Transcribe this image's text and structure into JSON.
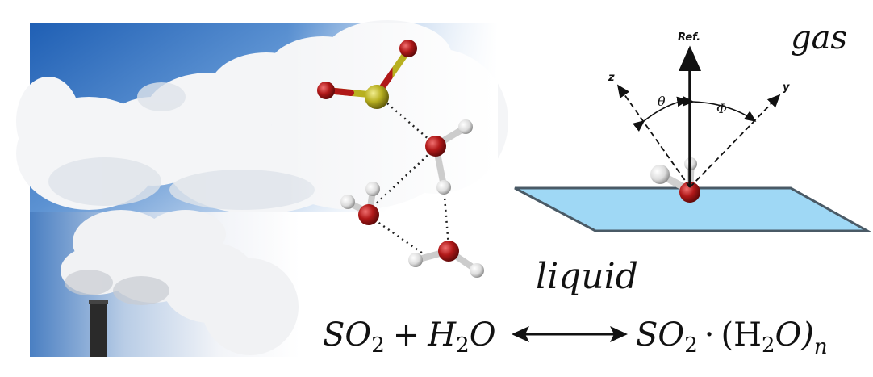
{
  "phase_labels": {
    "gas": "gas",
    "liquid": "liquid"
  },
  "orientation_diagram": {
    "reference_axis": "Ref.",
    "axis_z": "z",
    "axis_y": "y",
    "angle_theta": "θ",
    "angle_phi": "Φ",
    "surface_color": "#9fd8f5"
  },
  "reaction": {
    "reactant_1": "SO",
    "reactant_1_sub": "2",
    "plus": "+",
    "reactant_2_a": "H",
    "reactant_2_sub": "2",
    "reactant_2_b": "O",
    "product_a": "SO",
    "product_a_sub": "2",
    "product_dot": "·",
    "product_b": "(H",
    "product_b_sub": "2",
    "product_c": "O)",
    "product_n": "n",
    "arrow": "double-headed-arrow"
  },
  "colors": {
    "oxygen": "#b01818",
    "sulfur": "#b8b020",
    "hydrogen": "#e8e8e8",
    "sky": "#2f6fbf"
  }
}
